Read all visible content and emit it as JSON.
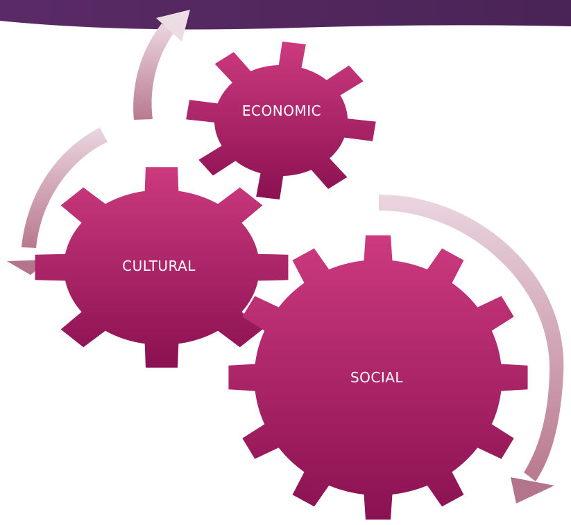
{
  "colors": {
    "banner_left": "#5a2a66",
    "banner_right": "#4a2456",
    "gear_top": "#cc3a7e",
    "gear_bottom": "#8a1152",
    "arrow_light": "#ead6e0",
    "arrow_dark": "#b9798f",
    "label": "#ffffff"
  },
  "gears": [
    {
      "id": "economic",
      "label": "ECONOMIC"
    },
    {
      "id": "cultural",
      "label": "CULTURAL"
    },
    {
      "id": "social",
      "label": "SOCIAL"
    }
  ],
  "arrows": [
    {
      "id": "economic-cycle",
      "direction": "up"
    },
    {
      "id": "cultural-cycle",
      "direction": "down-left"
    },
    {
      "id": "social-cycle",
      "direction": "down"
    }
  ]
}
